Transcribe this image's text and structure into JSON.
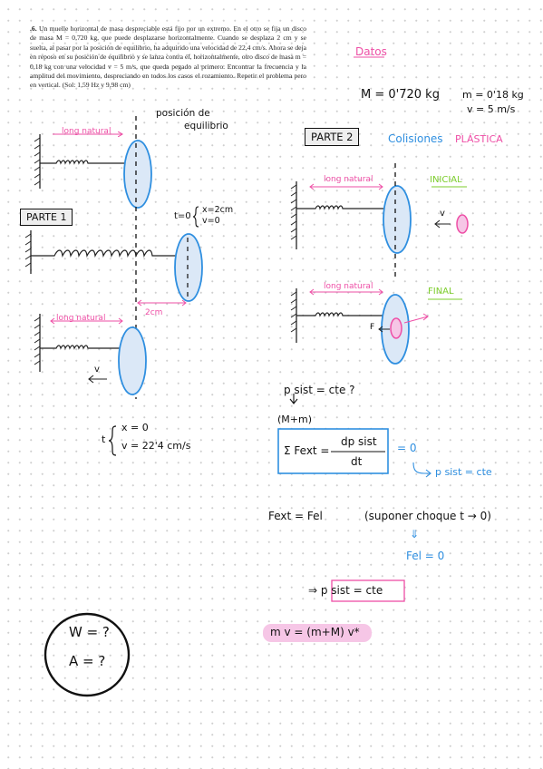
{
  "problem": {
    "number": ".6.",
    "text": "Un muelle horizontal de masa despreciable está fijo por un extremo. En el otro se fija un disco de masa M = 0,720 kg, que puede desplazarse horizontalmente. Cuando se desplaza 2 cm y se suelta, al pasar por la posición de equilibrio, ha adquirido una velocidad de 22,4 cm/s. Ahora se deja en reposo en su posición de equilibrio y se lanza contra él, horizontalmente, otro disco de masa m = 0,18 kg con una velocidad v = 5 m/s, que queda pegado al primero. Encontrar la frecuencia y la amplitud del movimiento, despreciando en todos los casos el rozamiento. Repetir el problema pero en vertical. (Sol: 1,59 Hz y 9,98 cm)"
  },
  "notes": {
    "datos": "Datos",
    "mass_M": "M = 0'720 kg",
    "mass_m": "m = 0'18 kg",
    "velocity": "v = 5 m/s",
    "posicion_eq_1": "posición de",
    "posicion_eq_2": "equilibrio",
    "parte1": "PARTE 1",
    "parte2": "PARTE 2",
    "colisiones": "Colisiones",
    "plastica": "PLÁSTICA",
    "long_natural": "long natural",
    "t0_label": "t=0",
    "t0_x": "x=2cm",
    "t0_v": "v=0",
    "two_cm": "2cm",
    "t_label": "t",
    "t_x": "x = 0",
    "t_v": "v = 22'4 cm/s",
    "inicial": "INICIAL",
    "final": "FINAL",
    "v_arrow": "v",
    "f_label": "F",
    "p_sist_q": "p sist = cte ?",
    "mplusM": "(M+m)",
    "sum_fext": "Σ Fext =",
    "dp": "dp sist",
    "dt": "dt",
    "eq_zero": "= 0",
    "p_cte": "p sist = cte",
    "fext_fel": "Fext = Fel",
    "suponer": "(suponer choque t → 0)",
    "arrow_down": "⇓",
    "fel_zero": "Fel = 0",
    "implies_p": "⇒ p sist = cte",
    "momentum": "m v = (m+M) v*",
    "omega_q": "W = ?",
    "a_q": "A = ?"
  },
  "colors": {
    "pink": "#ee4fa6",
    "green": "#7ccd2b",
    "blue": "#2f8fe0",
    "disc_fill": "#dbe8f7",
    "highlight": "#f6c6e6"
  }
}
